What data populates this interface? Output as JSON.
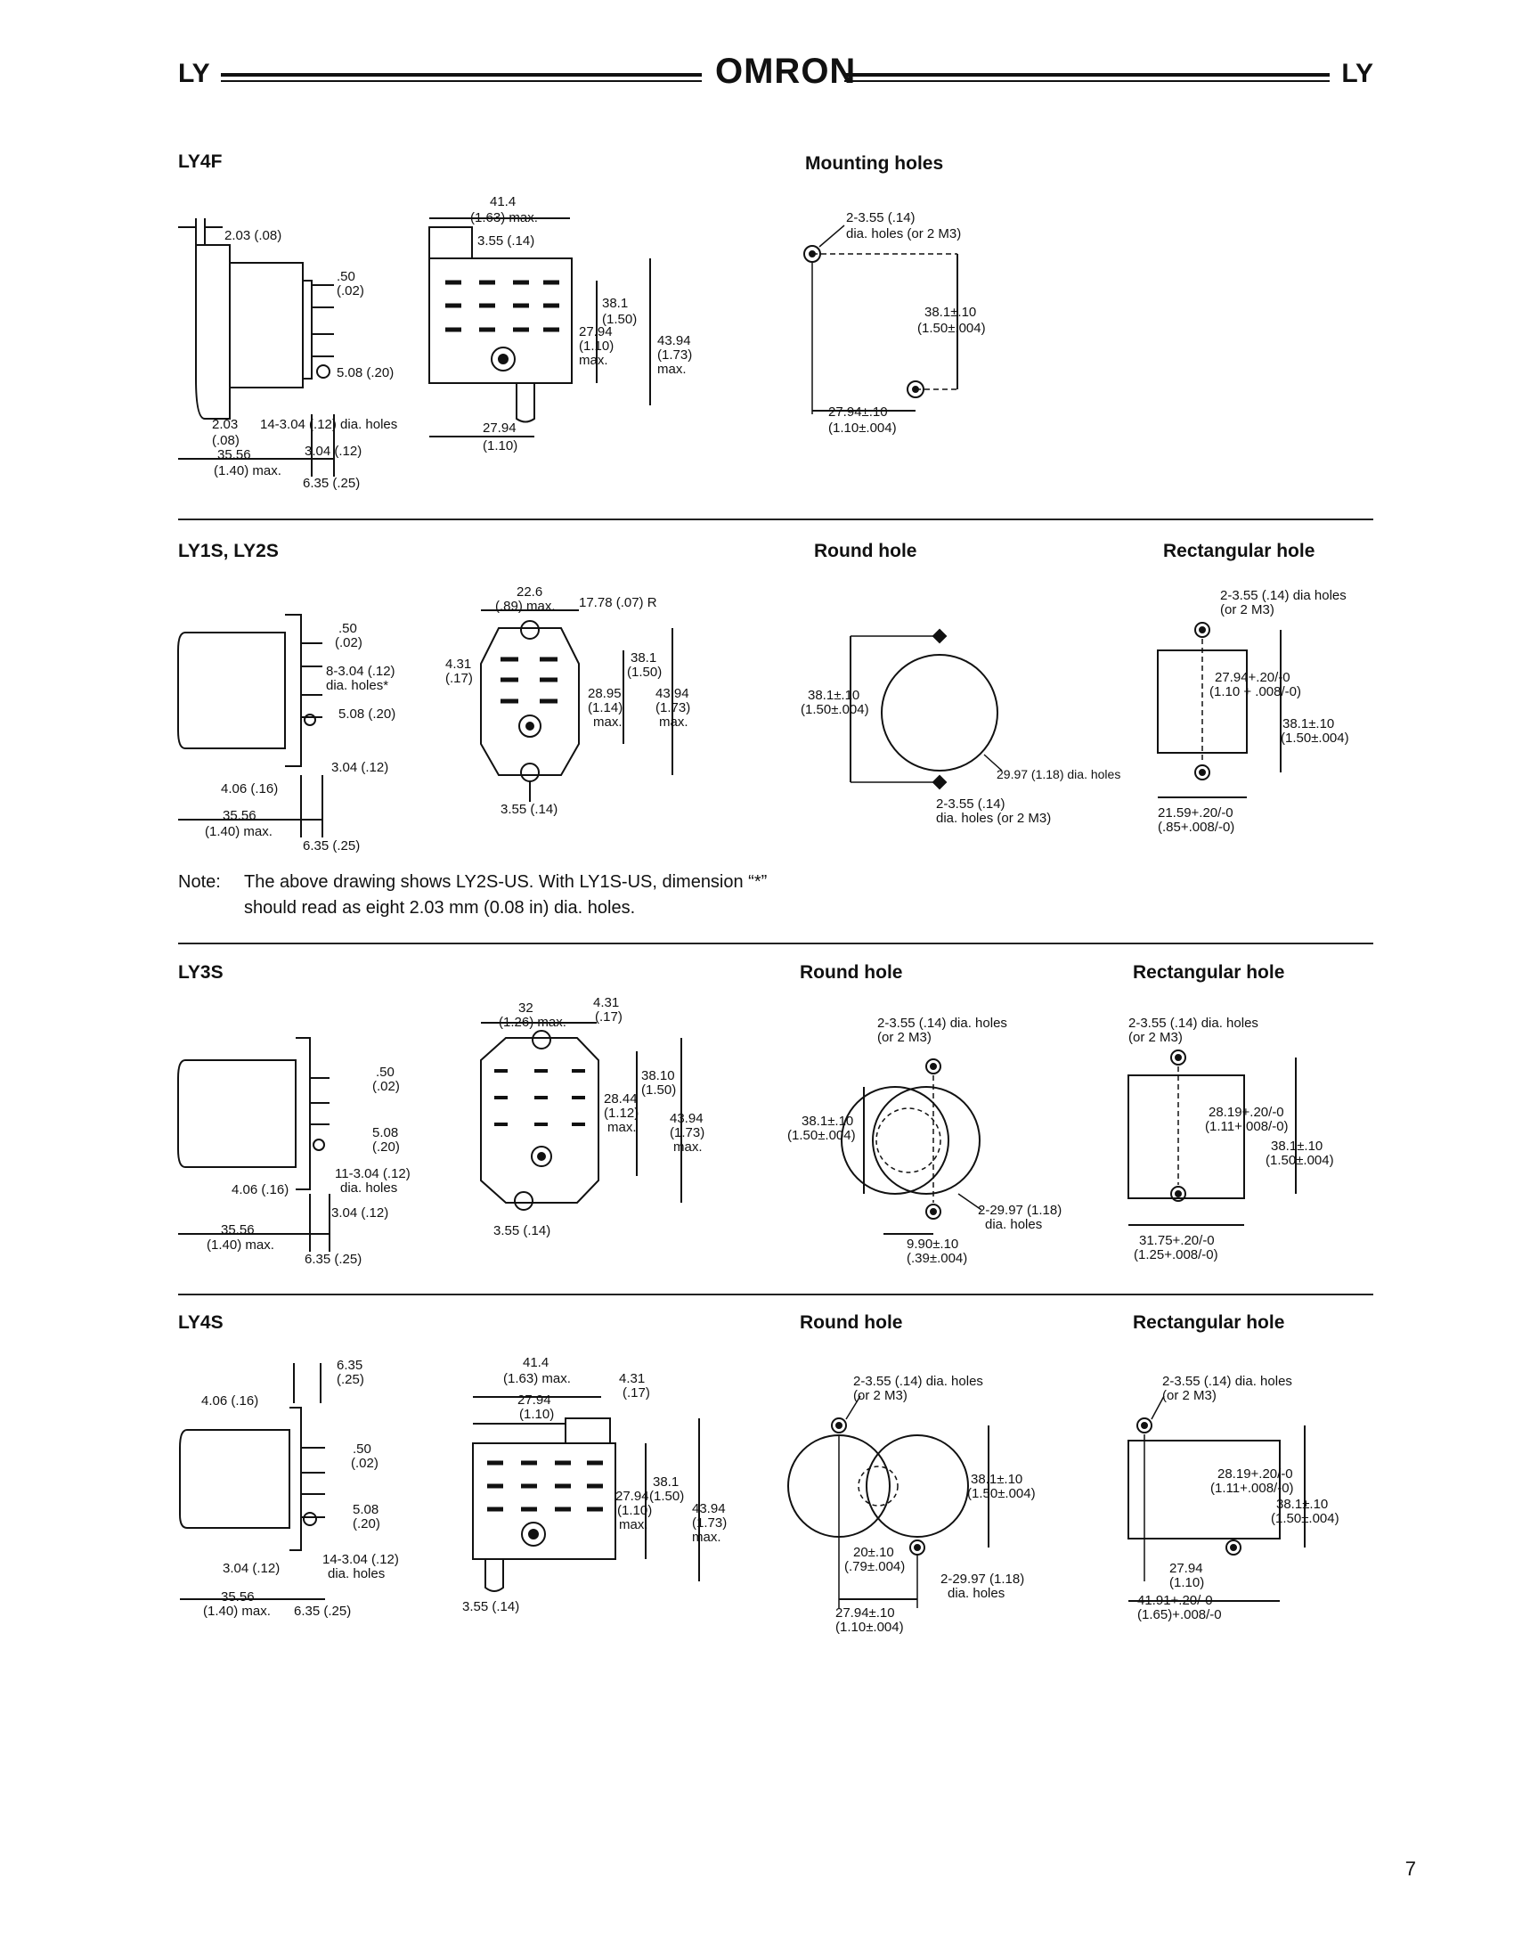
{
  "header": {
    "left": "LY",
    "brand": "OMRON",
    "right": "LY"
  },
  "sections": [
    {
      "title": "LY4F",
      "sub1": "Mounting holes",
      "sub2": ""
    },
    {
      "title": "LY1S, LY2S",
      "sub1": "Round hole",
      "sub2": "Rectangular hole"
    },
    {
      "title": "LY3S",
      "sub1": "Round hole",
      "sub2": "Rectangular hole"
    },
    {
      "title": "LY4S",
      "sub1": "Round hole",
      "sub2": "Rectangular hole"
    }
  ],
  "note": {
    "label": "Note:",
    "line1": "The above drawing shows LY2S-US. With LY1S-US, dimension “*”",
    "line2": "should read as eight 2.03 mm (0.08 in) dia. holes."
  },
  "dims": {
    "ly4f_side": [
      "2.03 (.08)",
      ".50",
      "(.02)",
      "5.08 (.20)",
      "2.03",
      "(.08)",
      "14-3.04 (.12) dia. holes",
      "3.04 (.12)",
      "35.56",
      "(1.40) max.",
      "6.35 (.25)"
    ],
    "ly4f_front": [
      "41.4",
      "(1.63) max.",
      "3.55 (.14)",
      "38.1",
      "(1.50)",
      "27.94",
      "(1.10)",
      "max.",
      "43.94",
      "(1.73)",
      "max.",
      "27.94",
      "(1.10)"
    ],
    "ly4f_holes": [
      "2-3.55 (.14)",
      "dia. holes (or 2 M3)",
      "38.1±.10",
      "(1.50±.004)",
      "27.94±.10",
      "(1.10±.004)"
    ],
    "ly2s_side": [
      ".50",
      "(.02)",
      "8-3.04 (.12)",
      "dia. holes*",
      "5.08 (.20)",
      "3.04 (.12)",
      "4.06 (.16)",
      "35.56",
      "(1.40) max.",
      "6.35 (.25)"
    ],
    "ly2s_front": [
      "22.6",
      "(.89) max.",
      "17.78 (.07) R",
      "4.31",
      "(.17)",
      "38.1",
      "(1.50)",
      "28.95",
      "(1.14)",
      "max.",
      "43.94",
      "(1.73)",
      "max.",
      "3.55 (.14)"
    ],
    "ly2s_round": [
      "38.1±.10",
      "(1.50±.004)",
      "29.97 (1.18) dia. holes",
      "2-3.55 (.14)",
      "dia. holes (or 2 M3)"
    ],
    "ly2s_rect": [
      "2-3.55 (.14) dia holes",
      "(or 2 M3)",
      "27.94+.20/-0",
      "(1.10 + .008/-0)",
      "38.1±.10",
      "(1.50±.004)",
      "21.59+.20/-0",
      "(.85+.008/-0)"
    ],
    "ly3s_side": [
      ".50",
      "(.02)",
      "5.08",
      "(.20)",
      "11-3.04 (.12)",
      "dia. holes",
      "4.06 (.16)",
      "3.04 (.12)",
      "35.56",
      "(1.40) max.",
      "6.35 (.25)"
    ],
    "ly3s_front": [
      "32",
      "(1.26) max.",
      "4.31",
      "(.17)",
      "38.10",
      "(1.50)",
      "28.44",
      "(1.12)",
      "max.",
      "43.94",
      "(1.73)",
      "max.",
      "3.55 (.14)"
    ],
    "ly3s_round": [
      "2-3.55 (.14) dia. holes",
      "(or 2 M3)",
      "38.1±.10",
      "(1.50±.004)",
      "2-29.97 (1.18)",
      "dia. holes",
      "9.90±.10",
      "(.39±.004)"
    ],
    "ly3s_rect": [
      "2-3.55 (.14) dia. holes",
      "(or 2 M3)",
      "28.19+.20/-0",
      "(1.11+.008/-0)",
      "38.1±.10",
      "(1.50±.004)",
      "31.75+.20/-0",
      "(1.25+.008/-0)"
    ],
    "ly4s_side": [
      "6.35",
      "(.25)",
      "4.06 (.16)",
      ".50",
      "(.02)",
      "5.08",
      "(.20)",
      "3.04 (.12)",
      "14-3.04 (.12)",
      "dia. holes",
      "35.56",
      "(1.40) max.",
      "6.35 (.25)"
    ],
    "ly4s_front": [
      "41.4",
      "(1.63) max.",
      "4.31",
      "(.17)",
      "27.94",
      "(1.10)",
      "38.1",
      "27.94",
      "(1.50)",
      "(1.10)",
      "43.94",
      "max.",
      "(1.73)",
      "max.",
      "3.55 (.14)"
    ],
    "ly4s_round": [
      "2-3.55 (.14) dia. holes",
      "(or 2 M3)",
      "38.1±.10",
      "(1.50±.004)",
      "20±.10",
      "(.79±.004)",
      "2-29.97 (1.18)",
      "dia. holes",
      "27.94±.10",
      "(1.10±.004)"
    ],
    "ly4s_rect": [
      "2-3.55 (.14) dia. holes",
      "(or 2 M3)",
      "28.19+.20/-0",
      "(1.11+.008/-0)",
      "38.1±.10",
      "(1.50±.004)",
      "27.94",
      "(1.10)",
      "41.91+.20/-0",
      "(1.65)+.008/-0"
    ]
  },
  "page_number": "7"
}
